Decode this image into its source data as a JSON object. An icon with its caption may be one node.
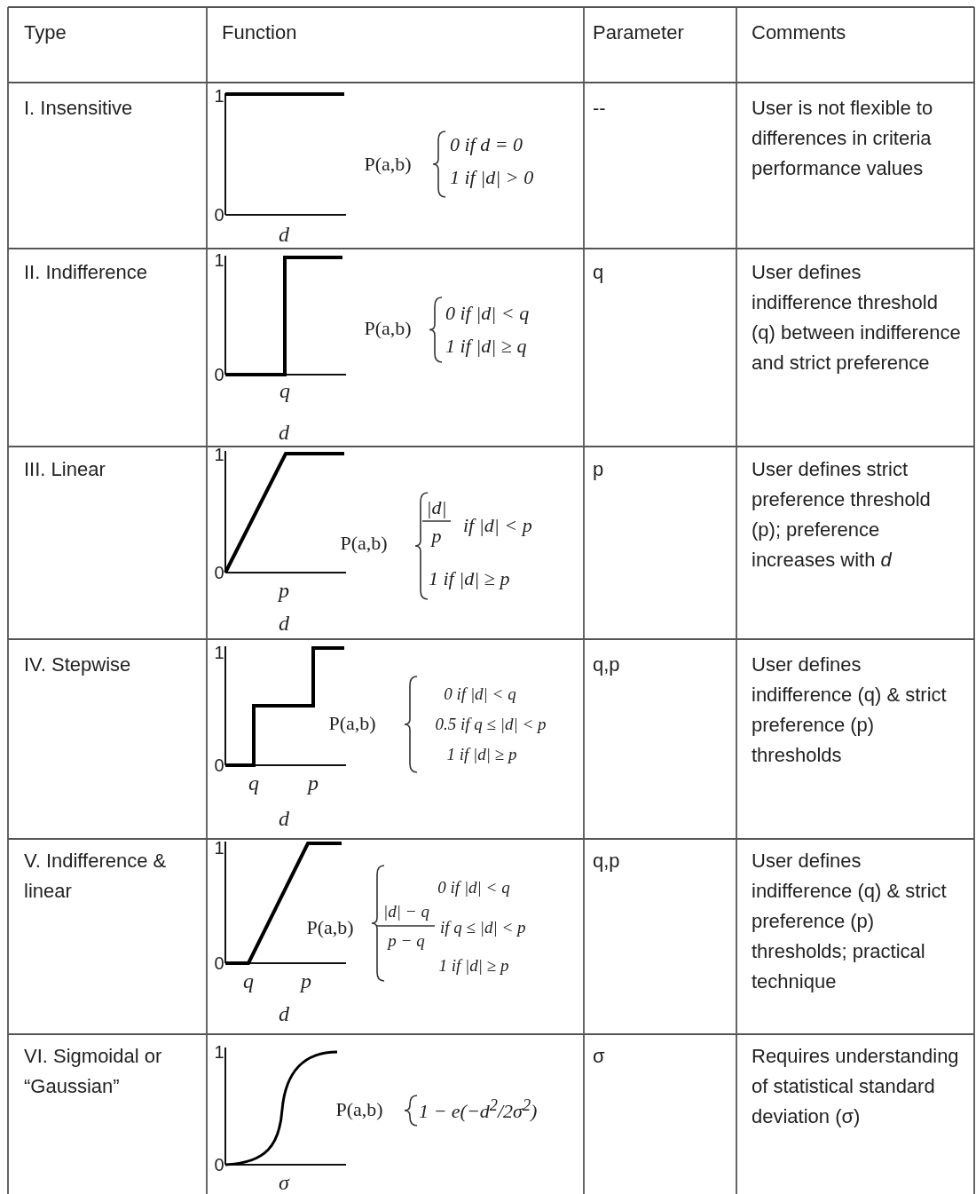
{
  "diagram": {
    "labels": [
      "Type",
      "Function",
      "Parameter",
      "Comments",
      "I. Insensitive",
      "1",
      "0",
      "d",
      "P(a,b)",
      "0 if d = 0",
      "1 if |d| > 0",
      "--",
      "User is not flexible to differences in criteria performance values",
      "II. Indifference",
      "1",
      "0",
      "q",
      "d",
      "P(a,b)",
      "0 if |d| < q",
      "1 if |d| ≥ q",
      "q",
      "User defines indifference threshold (q) between indifference and strict preference",
      "III. Linear",
      "1",
      "0",
      "p",
      "d",
      "P(a,b)",
      "|d|",
      "p",
      "if |d| < p",
      "1 if |d| ≥ p",
      "p",
      "User defines strict preference threshold (p); preference increases with *d*",
      "IV. Stepwise",
      "1",
      "0",
      "q",
      "p",
      "d",
      "P(a,b)",
      "0 if |d| < q",
      "0.5 if q ≤ |d| < p",
      "1 if |d| ≥ p",
      "q,p",
      "User defines indifference (q) & strict preference (p) thresholds",
      "V. Indifference & linear",
      "1",
      "0",
      "q",
      "p",
      "d",
      "P(a,b)",
      "0 if |d| < q",
      "|d| − q",
      "p − q",
      "if q ≤ |d| < p",
      "1 if |d| ≥ p",
      "q,p",
      "User defines indifference (q) & strict preference (p) thresholds; practical technique",
      "VI. Sigmoidal or “Gaussian”",
      "1",
      "0",
      "σ",
      "P(a,b)",
      "1 − e(−d$^{2}$/2σ$^{2}$)",
      "σ",
      "Requires understanding of statistical standard deviation (σ)"
    ]
  }
}
